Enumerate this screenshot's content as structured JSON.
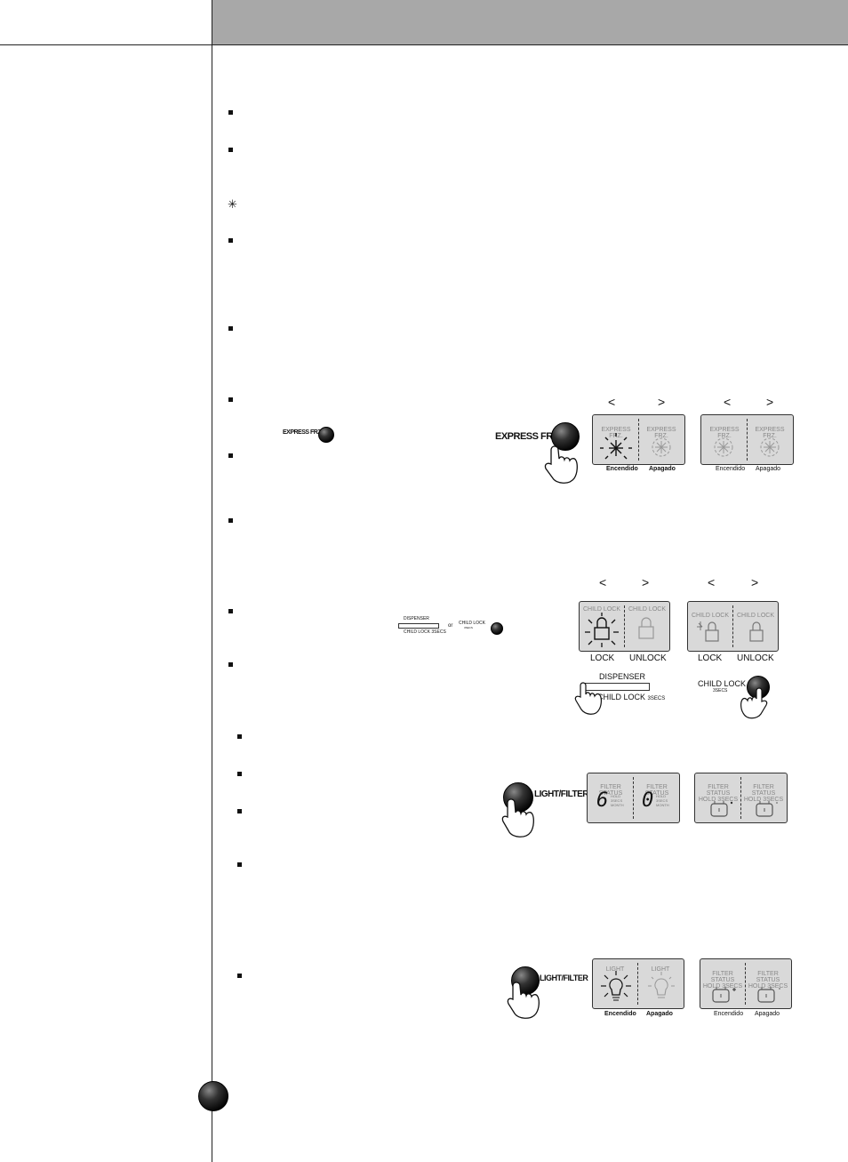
{
  "arrows": {
    "left": "<",
    "right": ">"
  },
  "express": {
    "inline_label": "EXPRESS FRZ.",
    "button_label": "EXPRESS FRZ.",
    "panel_title": "EXPRESS FRZ.",
    "on": "Encendido",
    "off": "Apagado"
  },
  "child_lock": {
    "dispenser": "DISPENSER",
    "child_lock_3secs_small": "CHILD LOCK 3SECS",
    "or": "or",
    "child_lock": "CHILD LOCK",
    "secs": "3SECS",
    "panel_title": "CHILD LOCK",
    "lock": "LOCK",
    "unlock": "UNLOCK",
    "dispenser_big": "DISPENSER",
    "child_lock_big": "CHILD LOCK",
    "secs_big": "3SECS",
    "button_big": "CHILD LOCK",
    "button_secs": "3SECS"
  },
  "filter": {
    "button_label": "LIGHT/FILTER",
    "status": "FILTER STATUS",
    "hold": "HOLD 3SECS",
    "months_a": "6",
    "months_b": "0",
    "hold_small": "HOLD",
    "secs_small": "3SECS",
    "month_small": "MONTH"
  },
  "light": {
    "button_label": "LIGHT/FILTER",
    "panel_title": "LIGHT",
    "on": "Encendido",
    "off": "Apagado"
  },
  "colors": {
    "header": "#a8a8a8",
    "panel": "#d9d9d9"
  }
}
